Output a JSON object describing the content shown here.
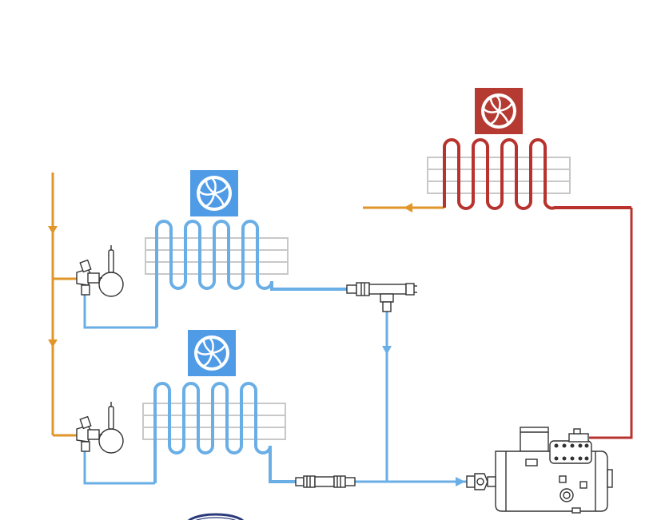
{
  "diagram": {
    "title": "",
    "colors": {
      "liquid_line": "#e0962a",
      "suction_line": "#6aaee6",
      "discharge_line": "#b8332e",
      "evaporator_fan_bg": "#4f9be6",
      "condenser_fan_bg": "#b53a32",
      "fin_block": "#c8c8c8",
      "component_outline": "#333333"
    },
    "components": [
      {
        "id": "evaporator-1",
        "kind": "evaporator coil with fan",
        "fan_icon": "fan-icon"
      },
      {
        "id": "evaporator-2",
        "kind": "evaporator coil with fan",
        "fan_icon": "fan-icon"
      },
      {
        "id": "condenser",
        "kind": "condenser coil with fan",
        "fan_icon": "fan-icon"
      },
      {
        "id": "expansion-valve-1",
        "kind": "thermostatic expansion valve with sensing bulb",
        "icon": "expansion-valve-icon"
      },
      {
        "id": "expansion-valve-2",
        "kind": "thermostatic expansion valve with sensing bulb",
        "icon": "expansion-valve-icon"
      },
      {
        "id": "pressure-regulator",
        "kind": "evaporator pressure regulating valve",
        "icon": "valve-icon"
      },
      {
        "id": "suction-filter",
        "kind": "in-line suction filter",
        "icon": "filter-icon"
      },
      {
        "id": "compressor",
        "kind": "semi-hermetic compressor",
        "icon": "compressor-icon"
      },
      {
        "id": "logo",
        "kind": "partially visible round logo",
        "icon": "logo-icon"
      }
    ],
    "flow_arrows": [
      "down",
      "down",
      "down",
      "right",
      "left"
    ]
  }
}
